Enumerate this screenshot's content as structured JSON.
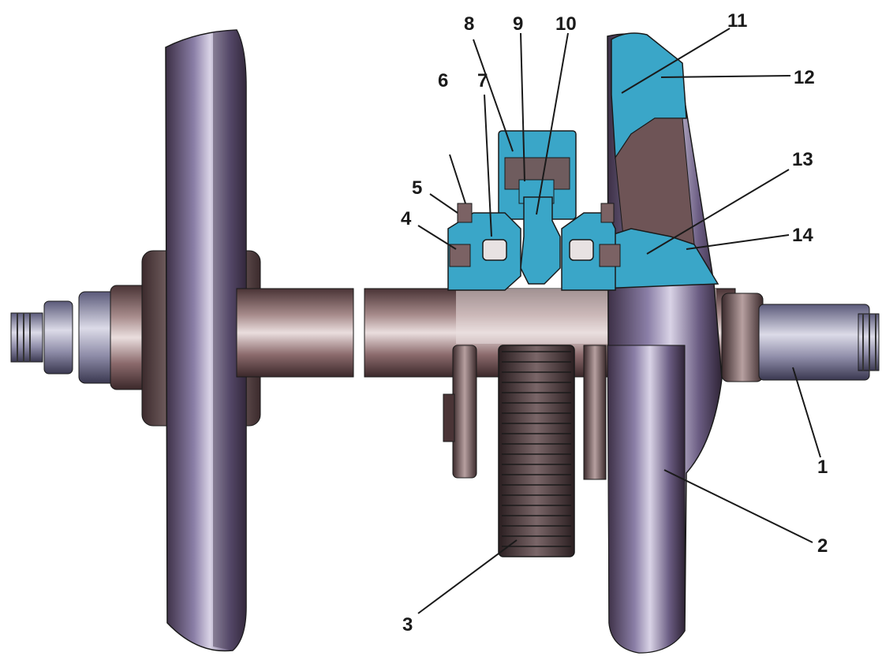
{
  "callouts": [
    {
      "id": "1",
      "label": "1"
    },
    {
      "id": "2",
      "label": "2"
    },
    {
      "id": "3",
      "label": "3"
    },
    {
      "id": "4",
      "label": "4"
    },
    {
      "id": "5",
      "label": "5"
    },
    {
      "id": "6",
      "label": "6"
    },
    {
      "id": "7",
      "label": "7"
    },
    {
      "id": "8",
      "label": "8"
    },
    {
      "id": "9",
      "label": "9"
    },
    {
      "id": "10",
      "label": "10"
    },
    {
      "id": "11",
      "label": "11"
    },
    {
      "id": "12",
      "label": "12"
    },
    {
      "id": "13",
      "label": "13"
    },
    {
      "id": "14",
      "label": "14"
    }
  ],
  "colors": {
    "metal_dark": "#3a2a2c",
    "metal_mid": "#8a6d6f",
    "metal_light": "#e6dcdc",
    "wheel_purple": "#6b5f86",
    "section_blue": "#3aa6c8",
    "gear_dark": "#2e2224",
    "outline": "#1a1a1a"
  }
}
